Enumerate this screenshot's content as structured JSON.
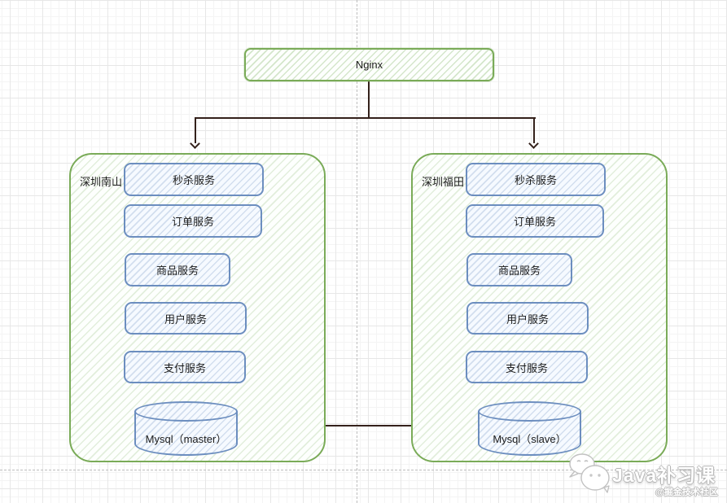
{
  "diagram": {
    "load_balancer": {
      "label": "Nginx"
    },
    "clusters": [
      {
        "name": "深圳南山",
        "services": [
          "秒杀服务",
          "订单服务",
          "商品服务",
          "用户服务",
          "支付服务"
        ],
        "database": "Mysql（master）"
      },
      {
        "name": "深圳福田",
        "services": [
          "秒杀服务",
          "订单服务",
          "商品服务",
          "用户服务",
          "支付服务"
        ],
        "database": "Mysql（slave）"
      }
    ],
    "colors": {
      "green_border": "#82b366",
      "blue_border": "#6c8ebf",
      "connector": "#34211b"
    }
  },
  "watermark": {
    "icon": "wechat-bubbles-icon",
    "brand": "Java补习课",
    "community": "@掘金技术社区"
  }
}
